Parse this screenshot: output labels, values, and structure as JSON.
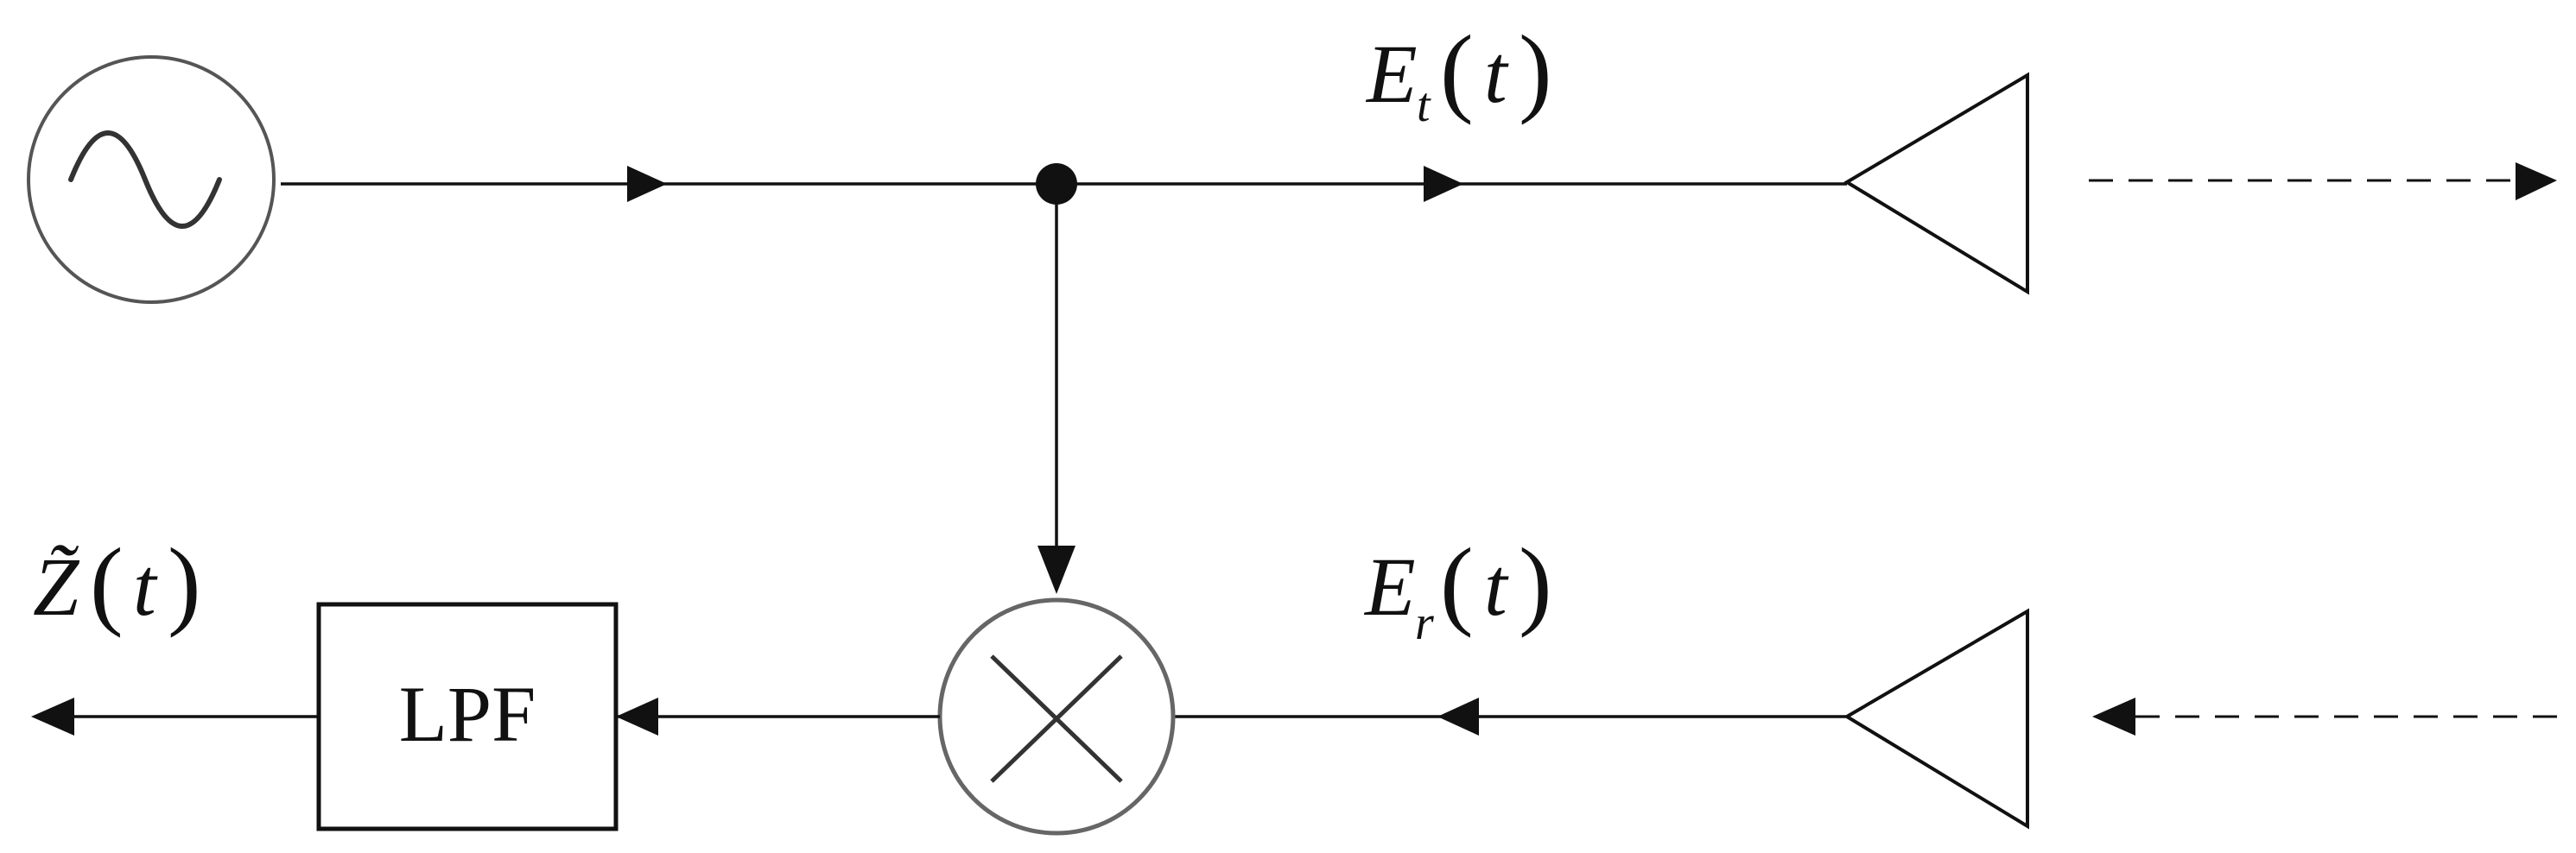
{
  "block": {
    "lpf_label": "LPF"
  },
  "signals": {
    "transmit": {
      "symbol": "E",
      "subscript": "t",
      "open": "(",
      "arg": "t",
      "close": ")"
    },
    "receive": {
      "symbol": "E",
      "subscript": "r",
      "open": "(",
      "arg": "t",
      "close": ")"
    },
    "output": {
      "symbol": "Z̃",
      "open": "(",
      "arg": "t",
      "close": ")"
    }
  }
}
